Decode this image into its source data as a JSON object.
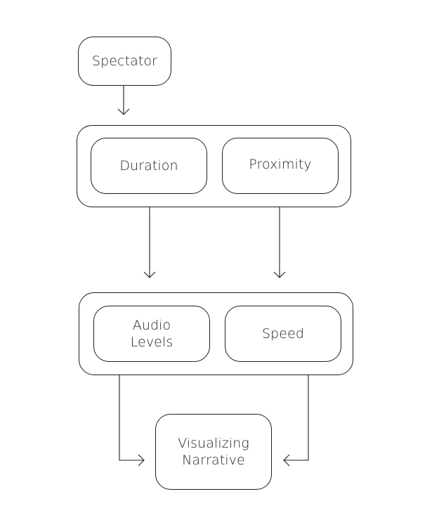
{
  "diagram": {
    "nodes": {
      "spectator": "Spectator",
      "duration": "Duration",
      "proximity": "Proximity",
      "audio_levels": "Audio\nLevels",
      "speed": "Speed",
      "visualizing_narrative": "Visualizing\nNarrative"
    }
  }
}
